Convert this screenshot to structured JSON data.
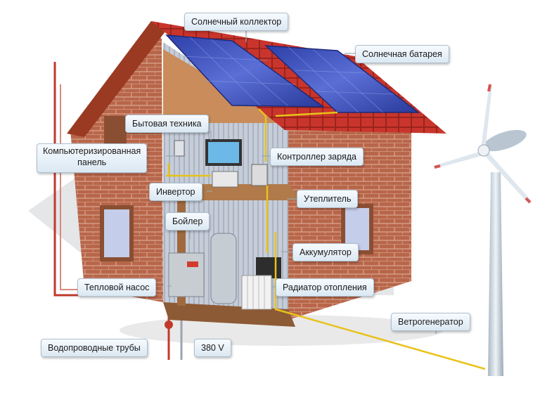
{
  "diagram": {
    "labels": {
      "solar_collector": "Солнечный коллектор",
      "solar_battery": "Солнечная батарея",
      "appliances": "Бытовая техника",
      "computer_panel_line1": "Компьютеризированная",
      "computer_panel_line2": "панель",
      "charge_controller": "Контроллер заряда",
      "inverter": "Инвертор",
      "insulation": "Утеплитель",
      "boiler": "Бойлер",
      "accumulator": "Аккумулятор",
      "heat_pump": "Тепловой насос",
      "radiator": "Радиатор отопления",
      "wind_generator": "Ветрогенератор",
      "water_pipes": "Водопроводные трубы",
      "voltage": "380 V"
    },
    "colors": {
      "brick": "#b8664a",
      "roof_tile": "#c9352c",
      "solar_panel": "#3a4fb8",
      "wiring": "#e8c21a",
      "pipe_red": "#c0392b",
      "turbine": "#c9d4de"
    }
  }
}
